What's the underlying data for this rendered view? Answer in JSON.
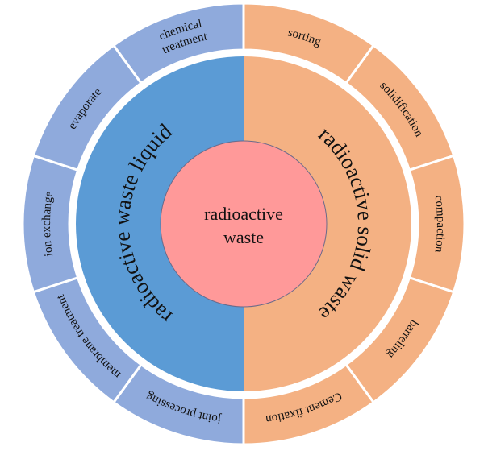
{
  "center": {
    "lines": [
      "radioactive",
      "waste"
    ],
    "color": "#FF9999"
  },
  "halves": [
    {
      "label": "radioactive solid waste",
      "inner_color": "#F4B183",
      "outer_color": "#F4B183",
      "items": [
        {
          "lines": [
            "sorting"
          ]
        },
        {
          "lines": [
            "solidification"
          ]
        },
        {
          "lines": [
            "compaction"
          ]
        },
        {
          "lines": [
            "barreling"
          ]
        },
        {
          "lines": [
            "Cement fixation"
          ]
        }
      ]
    },
    {
      "label": "radioactive waste liquid",
      "inner_color": "#5B9BD5",
      "outer_color": "#8FAADC",
      "items": [
        {
          "lines": [
            "joint processing"
          ]
        },
        {
          "lines": [
            "membrane treatment"
          ]
        },
        {
          "lines": [
            "ion exchange"
          ]
        },
        {
          "lines": [
            "evaporate"
          ]
        },
        {
          "lines": [
            "chemical",
            "treatment"
          ]
        }
      ]
    }
  ]
}
